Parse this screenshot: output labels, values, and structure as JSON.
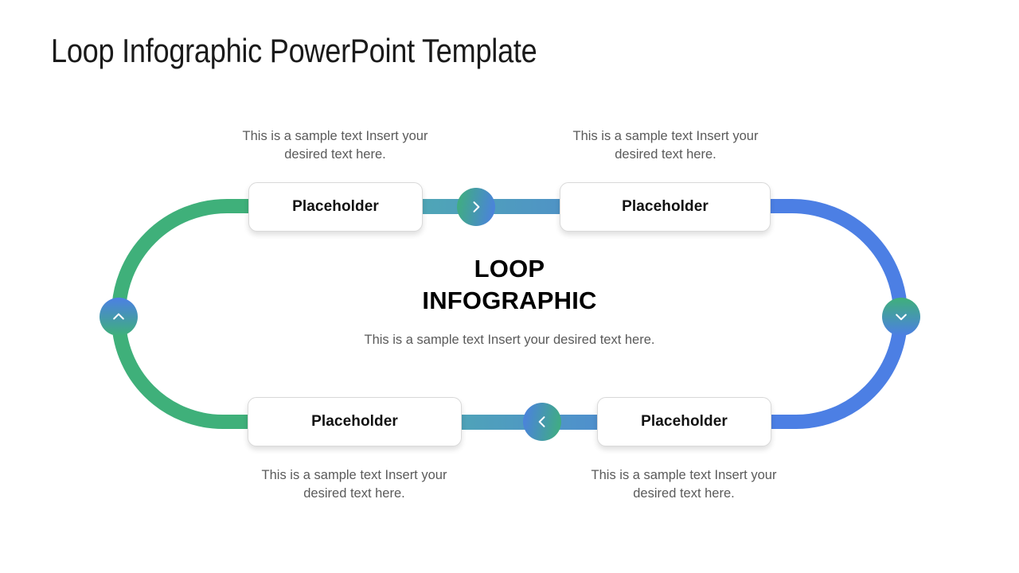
{
  "slide": {
    "title": "Loop Infographic PowerPoint Template",
    "background_color": "#ffffff"
  },
  "center": {
    "title_line1": "LOOP",
    "title_line2": "INFOGRAPHIC",
    "description": "This is a sample text Insert your desired text here."
  },
  "colors": {
    "green": "#3fb07a",
    "blue": "#4c7fe4",
    "teal_connector": "#4e9fb5",
    "steel_connector": "#4f8fce",
    "box_border": "#d9d9d9",
    "caption_text": "#5a5a5a",
    "title_text": "#1a1a1a"
  },
  "steps": [
    {
      "id": "top-left",
      "label": "Placeholder",
      "caption": "This is a sample text Insert your desired text here."
    },
    {
      "id": "top-right",
      "label": "Placeholder",
      "caption": "This is a sample text Insert your desired text here."
    },
    {
      "id": "bottom-left",
      "label": "Placeholder",
      "caption": "This is a sample text Insert your desired text here."
    },
    {
      "id": "bottom-right",
      "label": "Placeholder",
      "caption": "This is a sample text Insert your desired text here."
    }
  ],
  "nodes": [
    {
      "id": "top",
      "icon": "chevron-right-icon",
      "direction": "right"
    },
    {
      "id": "right",
      "icon": "chevron-down-icon",
      "direction": "down"
    },
    {
      "id": "bottom",
      "icon": "chevron-left-icon",
      "direction": "left"
    },
    {
      "id": "left",
      "icon": "chevron-up-icon",
      "direction": "up"
    }
  ]
}
